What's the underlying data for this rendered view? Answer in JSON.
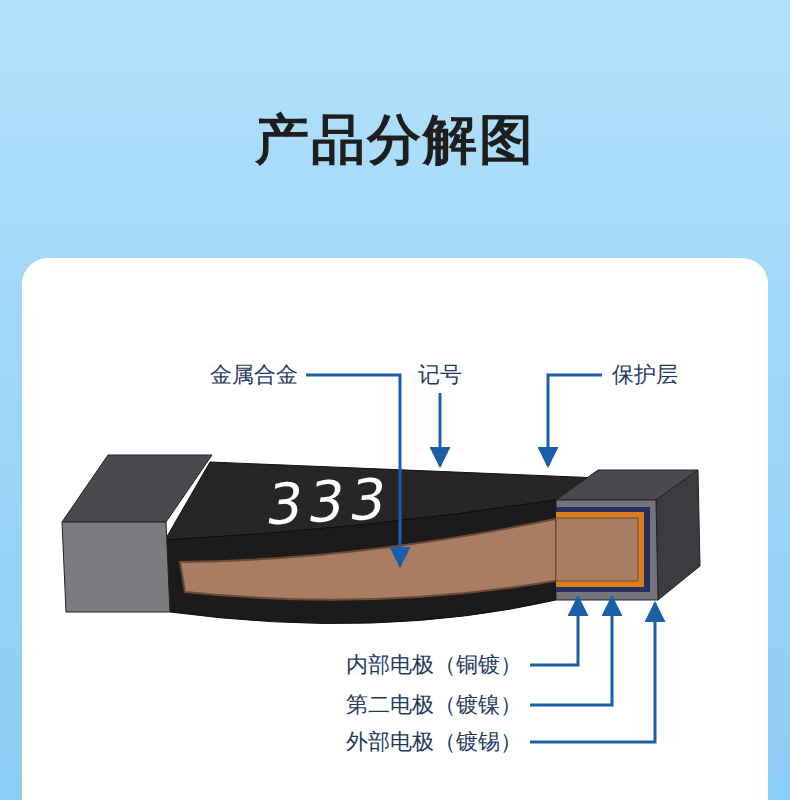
{
  "diagram": {
    "title": "产品分解图",
    "labels": [
      "金属合金",
      "记号",
      "保护层",
      "333",
      "内部电极（铜镀）",
      "第二电极（镀镍）",
      "外部电极（镀锡）"
    ]
  }
}
